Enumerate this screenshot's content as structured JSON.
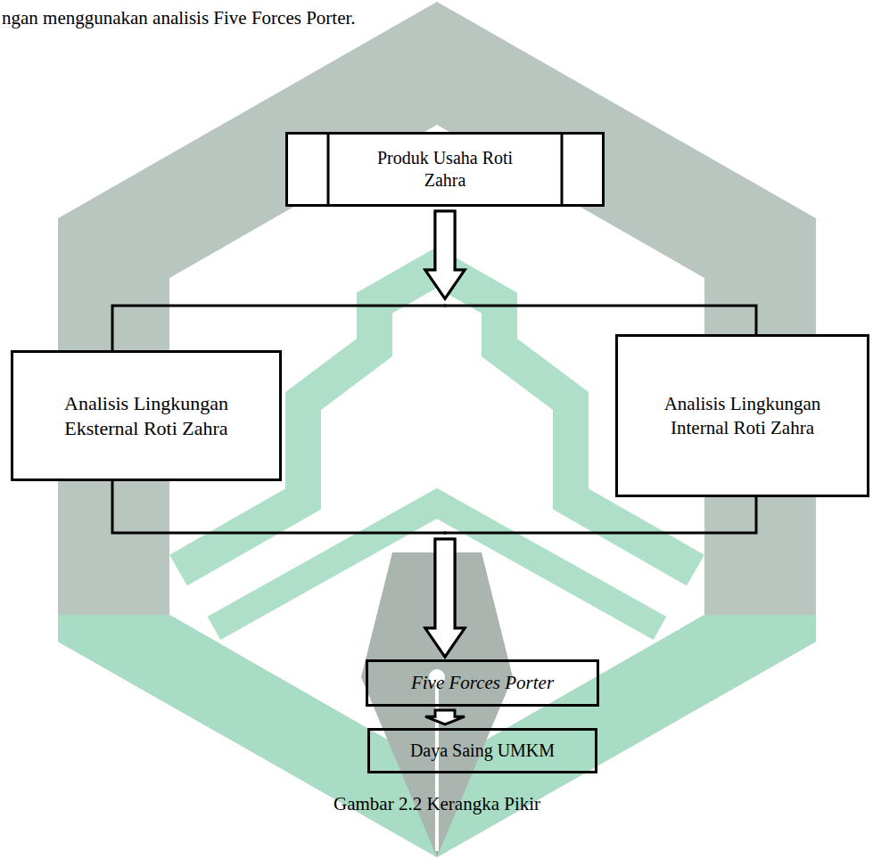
{
  "diagram": {
    "caption": "Gambar 2.2 Kerangka Pikir",
    "nodes": [
      {
        "text": [
          "Produk Usaha Roti Zahra"
        ]
      },
      {
        "text": [
          "Analisis Lingkungan Eksternal Roti Zahra"
        ]
      },
      {
        "text": [
          "Analisis Lingkungan Internal Roti Zahra"
        ]
      },
      {
        "text": [
          "Five Forces Porter"
        ]
      },
      {
        "text": [
          "Daya Saing UMKM"
        ]
      }
    ],
    "edges": [
      {
        "from": 0,
        "to": 1,
        "arrow": "to"
      },
      {
        "from": 0,
        "to": 2,
        "arrow": "to"
      },
      {
        "from": 1,
        "to": 3,
        "arrow": "to"
      },
      {
        "from": 2,
        "to": 3,
        "arrow": "to"
      },
      {
        "from": 3,
        "to": 4,
        "arrow": "to"
      }
    ],
    "labels": [
      "ngan menggunakan analisis Five Forces Porter."
    ]
  }
}
